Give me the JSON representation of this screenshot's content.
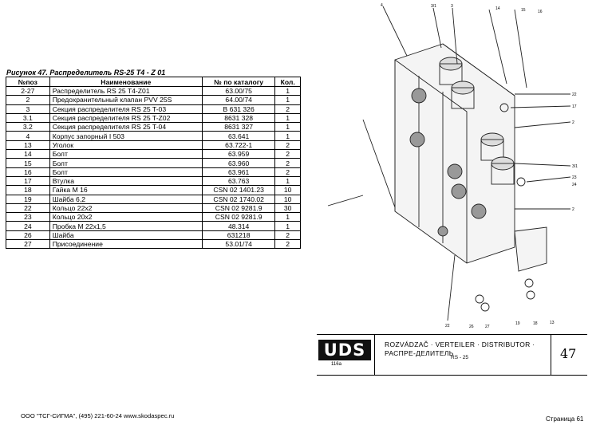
{
  "caption": "Рисунок 47.   Распределитель RS-25 T4 - Z 01",
  "table": {
    "headers": [
      "№поз",
      "Наименование",
      "№ по каталогу",
      "Кол."
    ],
    "rows": [
      [
        "2-27",
        "Распределитель RS 25 T4-Z01",
        "63.00/75",
        "1"
      ],
      [
        "2",
        "Предохранительный клапан PVV 25S",
        "64.00/74",
        "1"
      ],
      [
        "3",
        "Секция распределителя RS 25 T-03",
        "В 631 326",
        "2"
      ],
      [
        "3.1",
        "Секция распределителя RS 25 T-Z02",
        "8631 328",
        "1"
      ],
      [
        "3.2",
        "Секция распределителя RS 25 T-04",
        "8631 327",
        "1"
      ],
      [
        "4",
        "Корпус запорный I 503",
        "63.641",
        "1"
      ],
      [
        "13",
        "Уголок",
        "63.722-1",
        "2"
      ],
      [
        "14",
        "Болт",
        "63.959",
        "2"
      ],
      [
        "15",
        "Болт",
        "63.960",
        "2"
      ],
      [
        "16",
        "Болт",
        "63.961",
        "2"
      ],
      [
        "17",
        "Втулка",
        "63.763",
        "1"
      ],
      [
        "18",
        "Гайка М 16",
        "CSN 02 1401.23",
        "10"
      ],
      [
        "19",
        "Шайба 6,2",
        "CSN 02 1740.02",
        "10"
      ],
      [
        "22",
        "Кольцо 22x2",
        "CSN 02  9281.9",
        "30"
      ],
      [
        "23",
        "Кольцо 20x2",
        "CSN 02  9281.9",
        "1"
      ],
      [
        "24",
        "Пробка М 22x1,5",
        "48.314",
        "1"
      ],
      [
        "26",
        "Шайба",
        "631218",
        "2"
      ],
      [
        "27",
        "Присоединение",
        "53.01/74",
        "2"
      ]
    ]
  },
  "drawing": {
    "callouts": [
      "4",
      "3/1",
      "3",
      "14",
      "15",
      "16",
      "22",
      "17",
      "2",
      "3/1",
      "23",
      "24",
      "2",
      "13",
      "18",
      "19",
      "26",
      "22",
      "27"
    ]
  },
  "titleblock": {
    "logo": "UDS",
    "code": "116a",
    "title": "ROZVÁDZAČ · VERTEILER · DISTRIBUTOR · РАСПРЕ-ДЕЛИТЕЛЬ",
    "model": "RS - 25",
    "page": "47"
  },
  "footer": "ООО \"ТСГ-СИГМА\", (495) 221-60-24 www.skodaspec.ru",
  "page_label": "Страница 61"
}
